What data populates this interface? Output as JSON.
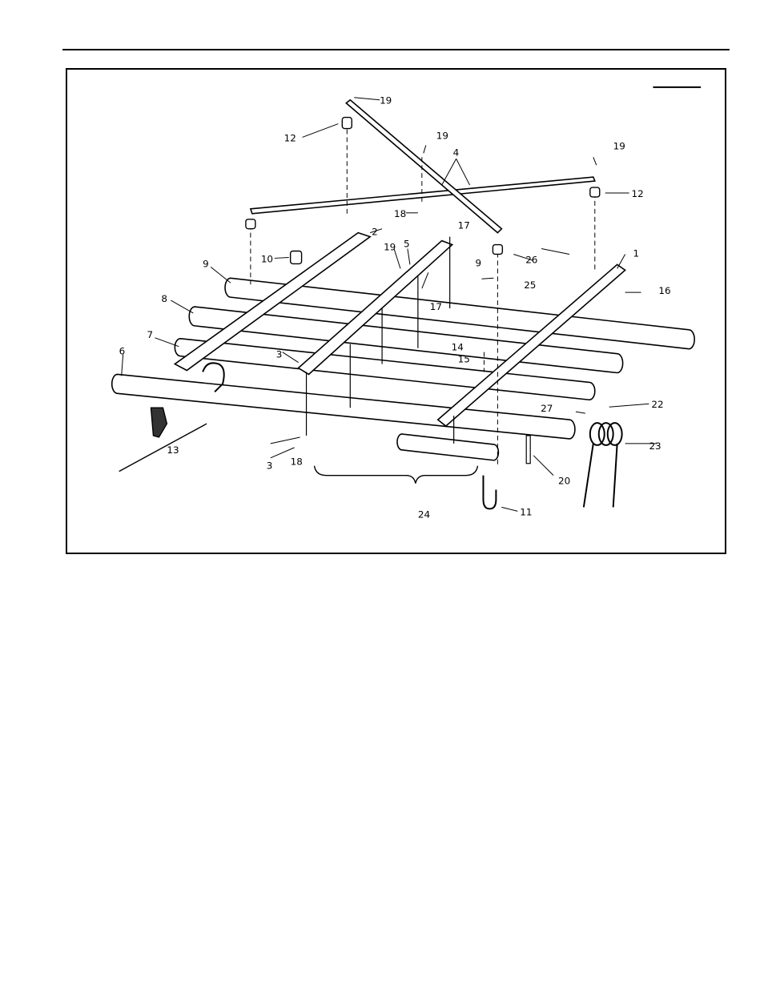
{
  "callouts": [
    {
      "id": "c19a",
      "text": "19"
    },
    {
      "id": "c12a",
      "text": "12"
    },
    {
      "id": "c19b",
      "text": "19"
    },
    {
      "id": "c4",
      "text": "4"
    },
    {
      "id": "c19c",
      "text": "19"
    },
    {
      "id": "c12b",
      "text": "12"
    },
    {
      "id": "c18a",
      "text": "18"
    },
    {
      "id": "c17a",
      "text": "17"
    },
    {
      "id": "c2",
      "text": "2"
    },
    {
      "id": "c10",
      "text": "10"
    },
    {
      "id": "c19d",
      "text": "19"
    },
    {
      "id": "c5",
      "text": "5"
    },
    {
      "id": "c9b",
      "text": "9"
    },
    {
      "id": "c26",
      "text": "26"
    },
    {
      "id": "c1",
      "text": "1"
    },
    {
      "id": "c9a",
      "text": "9"
    },
    {
      "id": "c25",
      "text": "25"
    },
    {
      "id": "c16",
      "text": "16"
    },
    {
      "id": "c8",
      "text": "8"
    },
    {
      "id": "c17b",
      "text": "17"
    },
    {
      "id": "c7",
      "text": "7"
    },
    {
      "id": "c14",
      "text": "14"
    },
    {
      "id": "c15",
      "text": "15"
    },
    {
      "id": "c6",
      "text": "6"
    },
    {
      "id": "c3a",
      "text": "3"
    },
    {
      "id": "c27",
      "text": "27"
    },
    {
      "id": "c22",
      "text": "22"
    },
    {
      "id": "c13",
      "text": "13"
    },
    {
      "id": "c23",
      "text": "23"
    },
    {
      "id": "c3b",
      "text": "3"
    },
    {
      "id": "c18b",
      "text": "18"
    },
    {
      "id": "c20",
      "text": "20"
    },
    {
      "id": "c24",
      "text": "24"
    },
    {
      "id": "c11",
      "text": "11"
    }
  ]
}
